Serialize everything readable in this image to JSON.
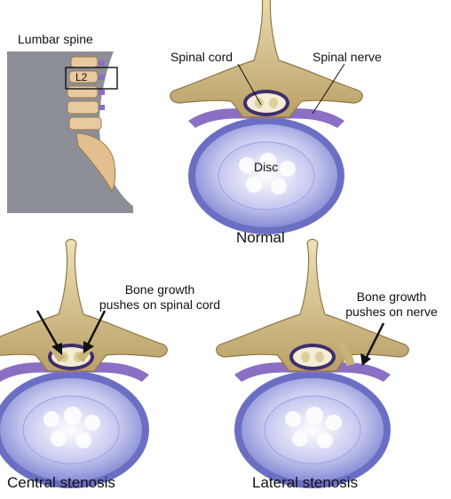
{
  "labels": {
    "lumbar_spine": "Lumbar spine",
    "vertebra_level": "L2",
    "spinal_cord": "Spinal cord",
    "spinal_nerve": "Spinal nerve",
    "disc": "Disc",
    "normal": "Normal",
    "central_annotation_line1": "Bone growth",
    "central_annotation_line2": "pushes on spinal cord",
    "lateral_annotation_line1": "Bone growth",
    "lateral_annotation_line2": "pushes on nerve",
    "central_stenosis": "Central stenosis",
    "lateral_stenosis": "Lateral stenosis"
  },
  "colors": {
    "bone": "#d9c48e",
    "bone_dark": "#a8925a",
    "nerve": "#8a6fc4",
    "disc_outer": "#6f73c6",
    "disc_inner": "#e4e6f8",
    "body_silhouette": "#8c8f97",
    "cord": "#f3ecd6"
  }
}
